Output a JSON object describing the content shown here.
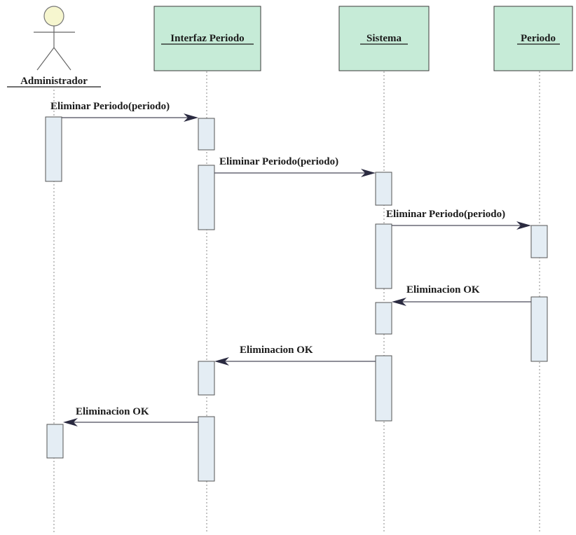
{
  "actor": {
    "name": "Administrador"
  },
  "objects": [
    {
      "id": "interfaz",
      "label": "Interfaz Periodo"
    },
    {
      "id": "sistema",
      "label": "Sistema"
    },
    {
      "id": "periodo",
      "label": "Periodo"
    }
  ],
  "messages": [
    {
      "from": "Administrador",
      "to": "Interfaz Periodo",
      "label": "Eliminar Periodo(periodo)"
    },
    {
      "from": "Interfaz Periodo",
      "to": "Sistema",
      "label": "Eliminar Periodo(periodo)"
    },
    {
      "from": "Sistema",
      "to": "Periodo",
      "label": "Eliminar Periodo(periodo)"
    },
    {
      "from": "Periodo",
      "to": "Sistema",
      "label": "Eliminacion OK"
    },
    {
      "from": "Sistema",
      "to": "Interfaz Periodo",
      "label": "Eliminacion OK"
    },
    {
      "from": "Interfaz Periodo",
      "to": "Administrador",
      "label": "Eliminacion OK"
    }
  ],
  "colors": {
    "object_fill": "#c6ebd7",
    "activation_fill": "#e4edf4",
    "actor_head_fill": "#f6f6cf"
  }
}
